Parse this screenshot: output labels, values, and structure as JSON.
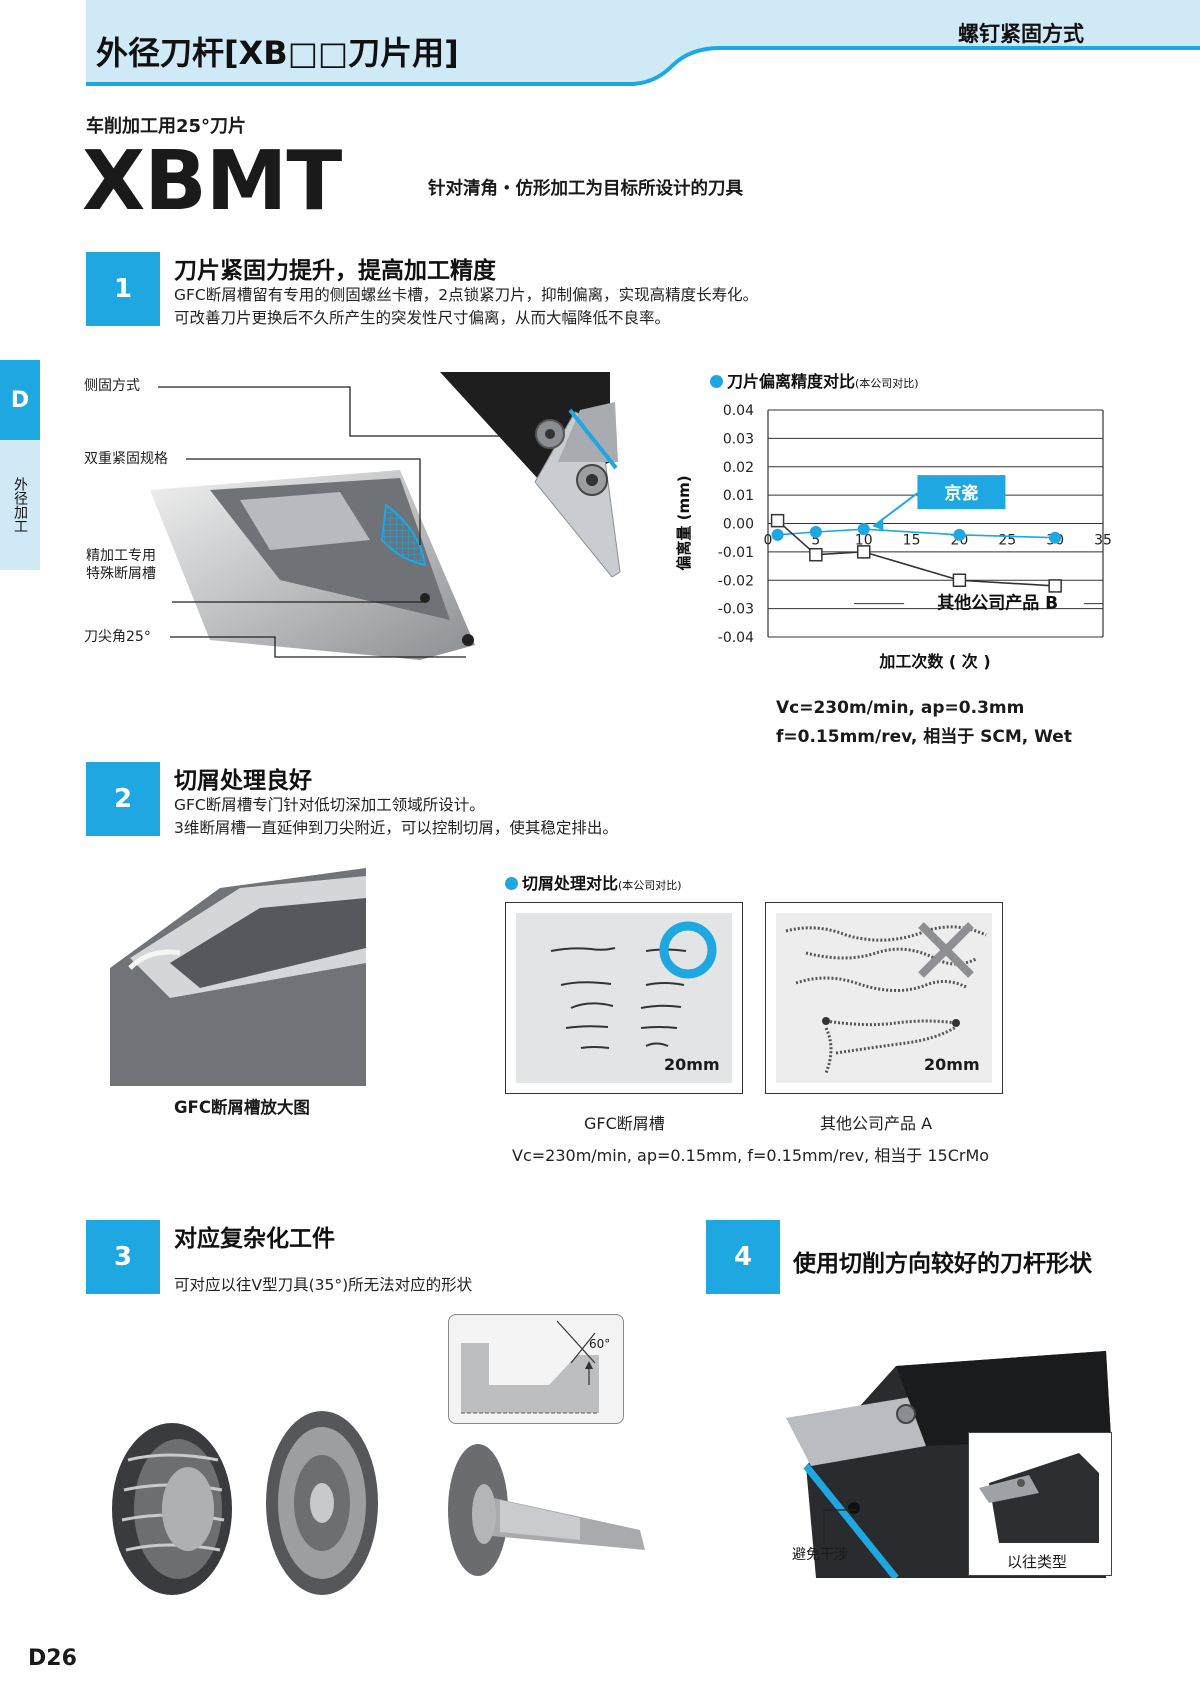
{
  "header": {
    "title": "外径刀杆[XB□□刀片用]",
    "clamp_method": "螺钉紧固方式"
  },
  "side_tab": {
    "letter": "D",
    "label": "外径加工"
  },
  "intro": {
    "subtitle": "车削加工用25°刀片",
    "model": "XBMT",
    "tagline": "针对清角・仿形加工为目标所设计的刀具"
  },
  "sections": [
    {
      "num": "1",
      "title": "刀片紧固力提升，提高加工精度",
      "desc": [
        "GFC断屑槽留有专用的侧固螺丝卡槽，2点锁紧刀片，抑制偏离，实现高精度长寿化。",
        "可改善刀片更换后不久所产生的突发性尺寸偏离，从而大幅降低不良率。"
      ]
    },
    {
      "num": "2",
      "title": "切屑处理良好",
      "desc": [
        "GFC断屑槽专门针对低切深加工领域所设计。",
        "3维断屑槽一直延伸到刀尖附近，可以控制切屑，使其稳定排出。"
      ]
    },
    {
      "num": "3",
      "title": "对应复杂化工件",
      "desc": [
        "可对应以往V型刀具(35°)所无法对应的形状"
      ]
    },
    {
      "num": "4",
      "title": "使用切削方向较好的刀杆形状",
      "desc": []
    }
  ],
  "callouts": {
    "side_clamp": "侧固方式",
    "double_clamp": "双重紧固规格",
    "finish_line1": "精加工专用",
    "finish_line2": "特殊断屑槽",
    "nose_angle": "刀尖角25°"
  },
  "chart_title": {
    "main": "刀片偏离精度对比",
    "note": "(本公司对比)"
  },
  "chart_data": {
    "type": "line",
    "xlabel": "加工次数 ( 次 )",
    "ylabel": "偏离量 (mm)",
    "xlim": [
      0,
      35
    ],
    "ylim": [
      -0.04,
      0.04
    ],
    "x_ticks": [
      "0",
      "5",
      "10",
      "15",
      "20",
      "25",
      "30",
      "35"
    ],
    "y_ticks": [
      "0.04",
      "0.03",
      "0.02",
      "0.01",
      "0.00",
      "-0.01",
      "-0.02",
      "-0.03",
      "-0.04"
    ],
    "grid": true,
    "series": [
      {
        "name": "京瓷",
        "marker": "circle",
        "color": "#1ea7e1",
        "x": [
          1,
          5,
          10,
          20,
          30
        ],
        "y": [
          -0.004,
          -0.003,
          -0.002,
          -0.004,
          -0.005
        ]
      },
      {
        "name": "其他公司产品 B",
        "marker": "square",
        "color": "#333333",
        "x": [
          1,
          5,
          10,
          20,
          30
        ],
        "y": [
          0.001,
          -0.011,
          -0.01,
          -0.02,
          -0.022
        ]
      }
    ]
  },
  "chart_conditions": [
    "Vc=230m/min, ap=0.3mm",
    "f=0.15mm/rev, 相当于 SCM, Wet"
  ],
  "section2": {
    "closeup_caption": "GFC断屑槽放大图",
    "compare_title": "切屑处理对比",
    "compare_note": "(本公司对比)",
    "scale": "20mm",
    "left_caption": "GFC断屑槽",
    "right_caption": "其他公司产品 A",
    "conditions": "Vc=230m/min, ap=0.15mm, f=0.15mm/rev, 相当于 15CrMo"
  },
  "section3": {
    "angle": "60°"
  },
  "section4": {
    "avoid_label": "避免干涉",
    "old_label": "以往类型"
  },
  "footer": {
    "page": "D26"
  },
  "colors": {
    "accent": "#1ea7e1",
    "header_bg": "#cfe9f7"
  }
}
